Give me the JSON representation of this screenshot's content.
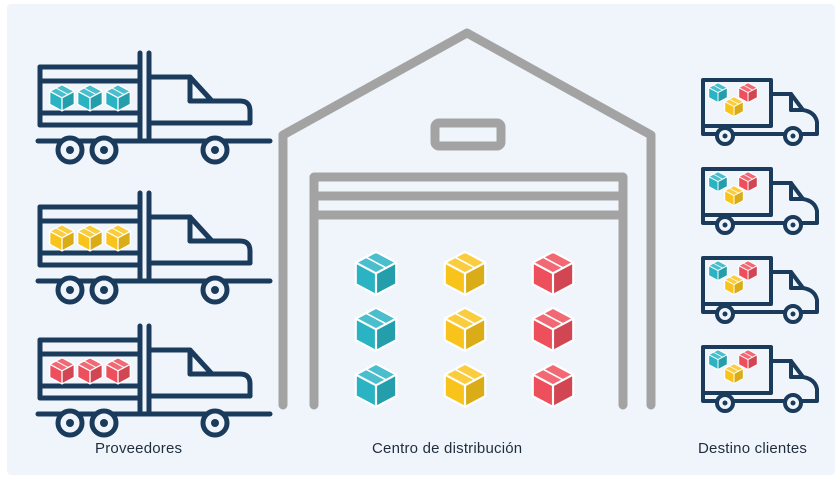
{
  "labels": {
    "suppliers": "Proveedores",
    "distribution_center": "Centro de distribución",
    "destination": "Destino clientes"
  },
  "colors": {
    "truck_outline": "#1a3b5c",
    "warehouse_outline": "#a3a3a3",
    "teal": "#2ab3c3",
    "yellow": "#f8c41b",
    "red": "#ee4f5d",
    "background": "#f0f5fb"
  },
  "suppliers": [
    {
      "name": "semi-truck-teal",
      "cargo_color": "teal"
    },
    {
      "name": "semi-truck-yellow",
      "cargo_color": "yellow"
    },
    {
      "name": "semi-truck-red",
      "cargo_color": "red"
    }
  ],
  "warehouse_boxes": [
    {
      "color": "teal",
      "count": 3
    },
    {
      "color": "yellow",
      "count": 3
    },
    {
      "color": "red",
      "count": 3
    }
  ],
  "delivery_trucks": 4
}
